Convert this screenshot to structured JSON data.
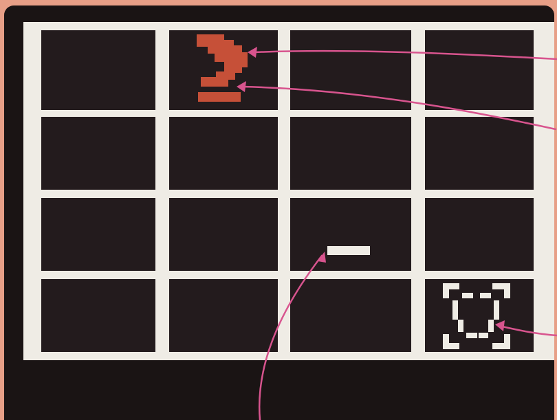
{
  "colors": {
    "page_background": "#e79f87",
    "screen": "#1a1414",
    "grid_lines": "#efece5",
    "cell": "#231b1d",
    "pieces": "#c65038",
    "player": "#efece5",
    "callouts": "#d8548e"
  },
  "board": {
    "rows": 4,
    "columns": 4
  },
  "sprites": {
    "top_piece": {
      "row": 1,
      "column": 2,
      "icon": "orange-arrowhead-icon"
    },
    "top_bar": {
      "row": 1,
      "column": 2,
      "icon": "orange-bar-icon"
    },
    "player_bar": {
      "row": 3,
      "column": 3,
      "icon": "white-bar-icon"
    },
    "target": {
      "row": 4,
      "column": 4,
      "icon": "reticle-target-icon"
    }
  }
}
